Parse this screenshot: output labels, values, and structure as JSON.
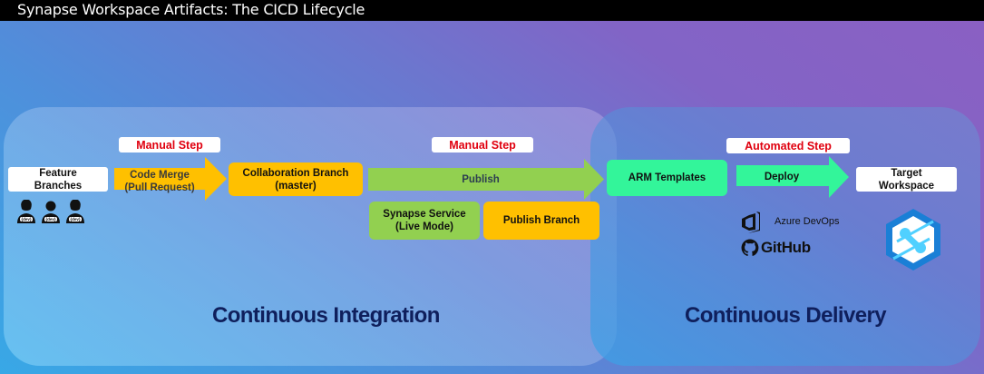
{
  "title": "Synapse Workspace Artifacts: The CICD Lifecycle",
  "panels": {
    "ci": {
      "title": "Continuous Integration"
    },
    "cd": {
      "title": "Continuous Delivery"
    }
  },
  "steps": {
    "manual_1": "Manual Step",
    "manual_2": "Manual Step",
    "automated": "Automated Step"
  },
  "nodes": {
    "feature_branches": {
      "line1": "Feature",
      "line2": "Branches"
    },
    "collaboration_branch": {
      "line1": "Collaboration Branch",
      "line2": "(master)"
    },
    "synapse_service": {
      "line1": "Synapse Service",
      "line2": "(Live Mode)"
    },
    "publish_branch": {
      "line1": "Publish Branch"
    },
    "arm_templates": {
      "line1": "ARM Templates"
    },
    "target_workspace": {
      "line1": "Target",
      "line2": "Workspace"
    }
  },
  "arrows": {
    "code_merge": {
      "line1": "Code Merge",
      "line2": "(Pull Request)"
    },
    "publish": {
      "line1": "Publish"
    },
    "deploy": {
      "line1": "Deploy"
    }
  },
  "developers": {
    "badge": "{dev}",
    "count": 3
  },
  "tools": {
    "azure_devops": "Azure DevOps",
    "github": "GitHub"
  },
  "colors": {
    "manual_step_text": "#e0000f",
    "yellow": "#ffc000",
    "green": "#92d050",
    "mint": "#33f59a",
    "panel_title": "#0f1f5c"
  }
}
